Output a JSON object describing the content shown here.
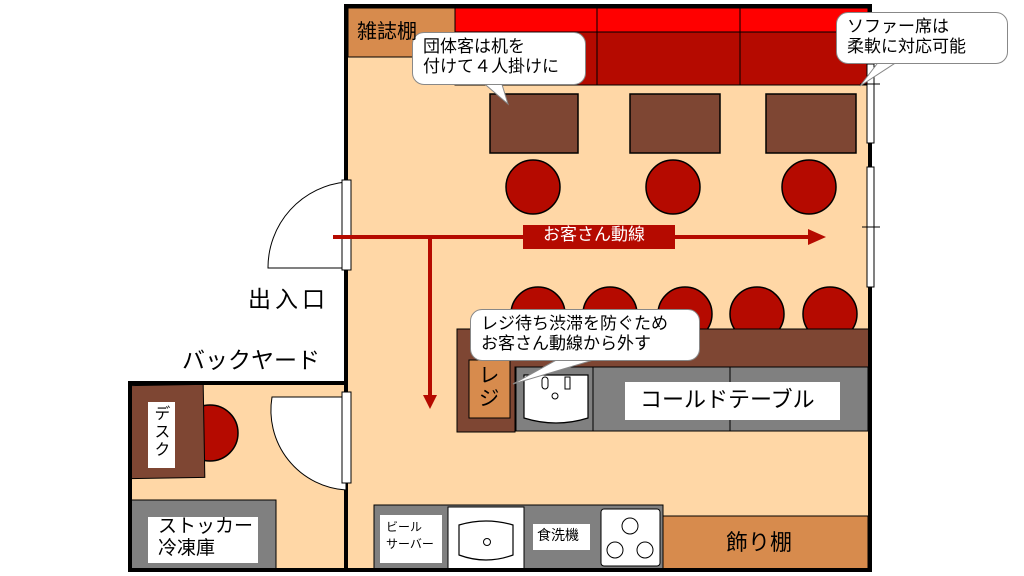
{
  "colors": {
    "floor": "#FFD7A6",
    "wall": "#000000",
    "sofa_back": "#FF0000",
    "sofa_seat": "#B50A00",
    "table": "#7E4633",
    "chair": "#B50A00",
    "counter": "#7E4633",
    "shelf": "#D78B4D",
    "equipment": "#808080",
    "flow_line": "#B50A00"
  },
  "labels": {
    "magazine_shelf": "雑誌棚",
    "entrance": "出入口",
    "backyard": "バックヤード",
    "register": "レジ",
    "cold_table": "コールドテーブル",
    "desk": "デスク",
    "stocker_freezer": [
      "ストッカー",
      "冷凍庫"
    ],
    "beer_server": [
      "ビール",
      "サーバー"
    ],
    "dishwasher": "食洗機",
    "display_shelf": "飾り棚",
    "customer_flow": "お客さん動線"
  },
  "callouts": {
    "group_guests": [
      "団体客は机を",
      "付けて４人掛けに"
    ],
    "sofa_seats": [
      "ソファー席は",
      "柔軟に対応可能"
    ],
    "register_note": [
      "レジ待ち渋滞を防ぐため",
      "お客さん動線から外す"
    ]
  }
}
